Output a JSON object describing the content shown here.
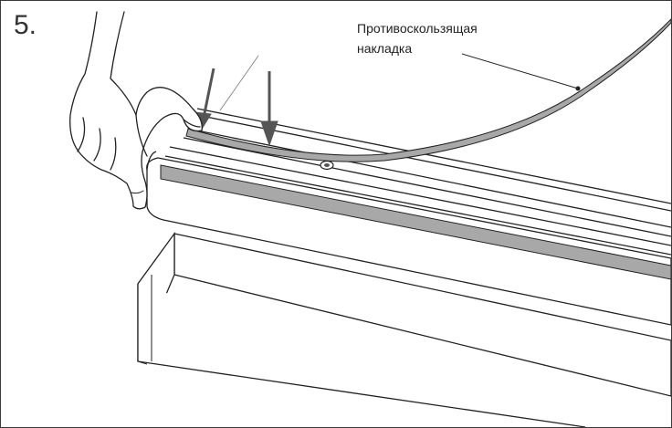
{
  "step": {
    "number": "5."
  },
  "callout": {
    "line1": "Противоскользящая",
    "line2": "накладка"
  },
  "colors": {
    "outline": "#222222",
    "strip_fill": "#a8a8a8",
    "arrow": "#555555",
    "background": "#ffffff"
  },
  "icons": [
    "hand-icon",
    "down-arrow-icon",
    "screw-icon"
  ]
}
